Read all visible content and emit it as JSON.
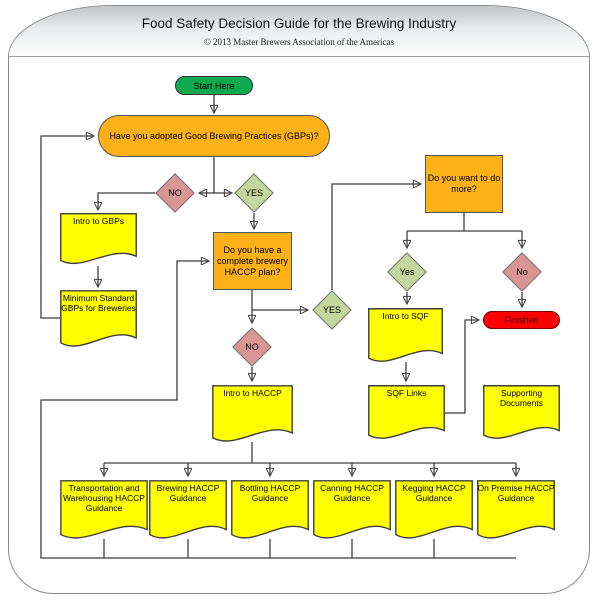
{
  "header": {
    "title": "Food Safety Decision Guide for the Brewing Industry",
    "subtitle": "© 2013 Master Brewers Association of the Americas"
  },
  "colors": {
    "question_orange": "#FBB117",
    "start_green": "#0CA94E",
    "yes_diamond_green": "#C3D69B",
    "no_diamond_rose": "#D99694",
    "document_yellow": "#FFFF00",
    "finished_red": "#FF0000",
    "connector": "#3F3F3F"
  },
  "nodes": {
    "start": {
      "label": "Start Here"
    },
    "q_gbp": {
      "label": "Have you adopted Good Brewing Practices (GBPs)?"
    },
    "no_gbp": {
      "label": "NO"
    },
    "yes_gbp": {
      "label": "YES"
    },
    "intro_gbps": {
      "label": "Intro to GBPs"
    },
    "min_std": {
      "label": "Minimum Standard GBPs for Breweries"
    },
    "q_haccp": {
      "label": "Do you have a complete brewery HACCP plan?"
    },
    "yes_haccp": {
      "label": "YES"
    },
    "no_haccp": {
      "label": "NO"
    },
    "q_more": {
      "label": "Do you want to do more?"
    },
    "yes_more": {
      "label": "Yes"
    },
    "no_more": {
      "label": "No"
    },
    "finished": {
      "label": "Finished"
    },
    "intro_sqf": {
      "label": "Intro to SQF"
    },
    "sqf_links": {
      "label": "SQF Links"
    },
    "supporting_docs": {
      "label": "Supporting Documents"
    },
    "intro_haccp": {
      "label": "Intro to HACCP"
    },
    "guidance": [
      {
        "label": "Transportation and Warehousing HACCP Guidance"
      },
      {
        "label": "Brewing HACCP Guidance"
      },
      {
        "label": "Bottling HACCP Guidance"
      },
      {
        "label": "Canning HACCP Guidance"
      },
      {
        "label": "Kegging HACCP Guidance"
      },
      {
        "label": "On Premise HACCP Guidance"
      }
    ]
  }
}
